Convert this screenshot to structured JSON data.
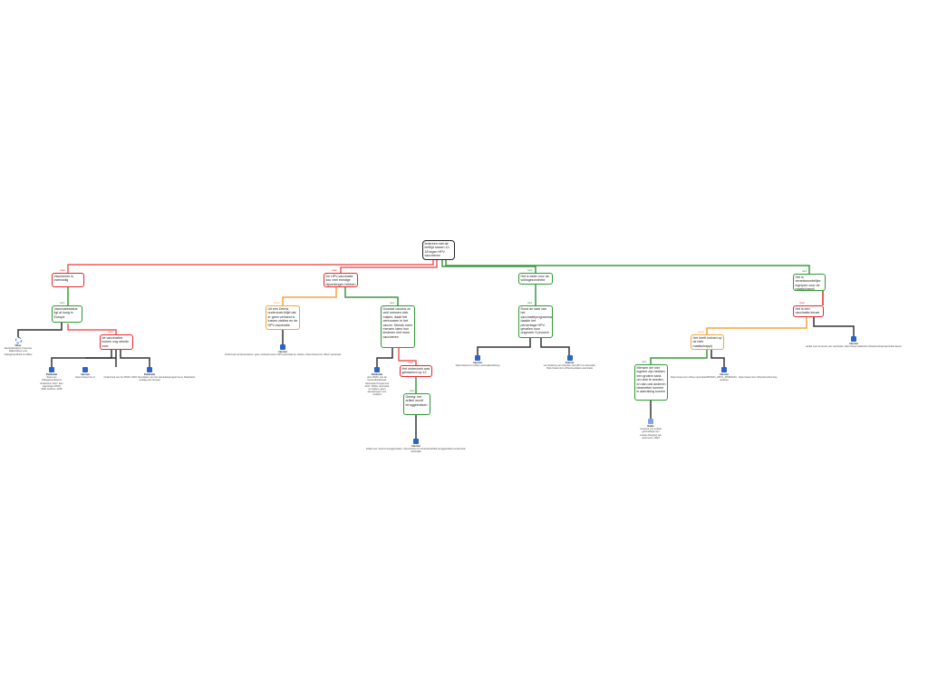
{
  "root": "Iedereen met de leeftijd tussen 12-18 tegen HPV vaccineren",
  "nodes": {
    "n1": {
      "tag": "maar",
      "text": "Vaccineren is overbodig"
    },
    "n2": {
      "tag": "want",
      "text": "Vaccinatiestatus ligt al hoog in Europa"
    },
    "n3": {
      "tag": "maar",
      "text": "de vaccinaties komen nog steeds voor."
    },
    "n4": {
      "tag": "maar",
      "text": "De HPV-vaccinatie zou veel ernstige bijwerkingen hebben"
    },
    "n5": {
      "tag": "echter",
      "text": "Uit een Deens onderzoek blijkt dat er geen verband is tussen ziektes en de HPV-vaccinatie"
    },
    "n6": {
      "tag": "want",
      "text": "Doordat vaccins zo veel mensen ziek maken, daalt het vertrouwen in het vaccin. Steeds meer mensen laten hun kinderen niet meer vaccineren"
    },
    "n7": {
      "tag": "maar",
      "text": "Het onderzoek was gebaseerd op 12 landen."
    },
    "n8": {
      "tag": "want",
      "text": "Gering: het artikel wordt teruggetrokken."
    },
    "n9": {
      "tag": "want",
      "text": "Het is beter voor de volksgezondheid"
    },
    "n10": {
      "tag": "want",
      "text": "Rond de start van het vaccinatieprogramma daalde het percentage HPV-gevallen voor ongeveer 5 procent."
    },
    "n11": {
      "tag": "want",
      "text": "Het is verantwoordelijke ingrepen voor de maatschappij"
    },
    "n12": {
      "tag": "maar",
      "text": "Het is een vaccinatie-keuze"
    },
    "n13": {
      "tag": "echter",
      "text": "Het heeft invloed op de hele maatschappij"
    },
    "n14": {
      "tag": "want",
      "text": "Mensen die niet ingeënt zijn hebben een grotere kans om ziek te worden, en dan ook anderen besmetten kunnen in aanraking komen"
    }
  },
  "leaves": {
    "l1": {
      "type": "Other",
      "text": "Vaccinatiecijfers in Europa, Rijksinstituut voor Volksgezondheid en Milieu"
    },
    "l2": {
      "type": "Publicatie",
      "text": "Staat van Volksgezondheid in Nederland, 2017. Een rapportage RIVM, Rijks Instituut, 2018"
    },
    "l3": {
      "type": "Internet",
      "text": "https://www.rivm.nl"
    },
    "l4": {
      "type": "Publicatie",
      "text": "Onderzoek van het RIVM, 2018. Resultaten van het vaccinatieprogramma in Nederland, verslag over het jaar"
    },
    "l5": {
      "type": "Internet",
      "text": "Onderzoek uit Denemarken: geen verband tussen HPV-vaccinatie en ziektes, https://www.rivm.nl/hpv-vaccinatie"
    },
    "l6": {
      "type": "Publicatie",
      "text": "door RIVM, van de Gezondheidsraad, Vaccinatie Programma 2017. RIVM, vaccinatie en ziekten, geen aanwijzingen voor verband"
    },
    "l7": {
      "type": "Internet",
      "text": "artikel over vaccins teruggetrokken, https://www.nrc.nl/nieuws/artikel-teruggetrokken-onderzoek-vaccinatie"
    },
    "l8": {
      "type": "Internet",
      "text": "https://www.rivm.nl/hpv-vaccinatie/werking"
    },
    "l9": {
      "type": "Internet",
      "text": "vermindering van infecties met HPV na vaccinatie, https://www.rivm.nl/hpv/resultaten-vaccinatie"
    },
    "l10": {
      "type": "Internet",
      "text": "artikel over de keuze van vaccinatie, https://www.volkskrant.nl/wetenschap/vaccinatie-keuze"
    },
    "l11": {
      "type": "Internet",
      "text": "https://www.rivm.nl/hpv-vaccinatie/PROMO_HPVO_RIVM/2019 - https://www.rivm.nl/hpv/bescherming-anderen"
    },
    "l12": {
      "type": "Radio",
      "text": "Gesprek met Lokaal gezondheid over Lokale Afweging van vaccineren, 2019"
    }
  }
}
